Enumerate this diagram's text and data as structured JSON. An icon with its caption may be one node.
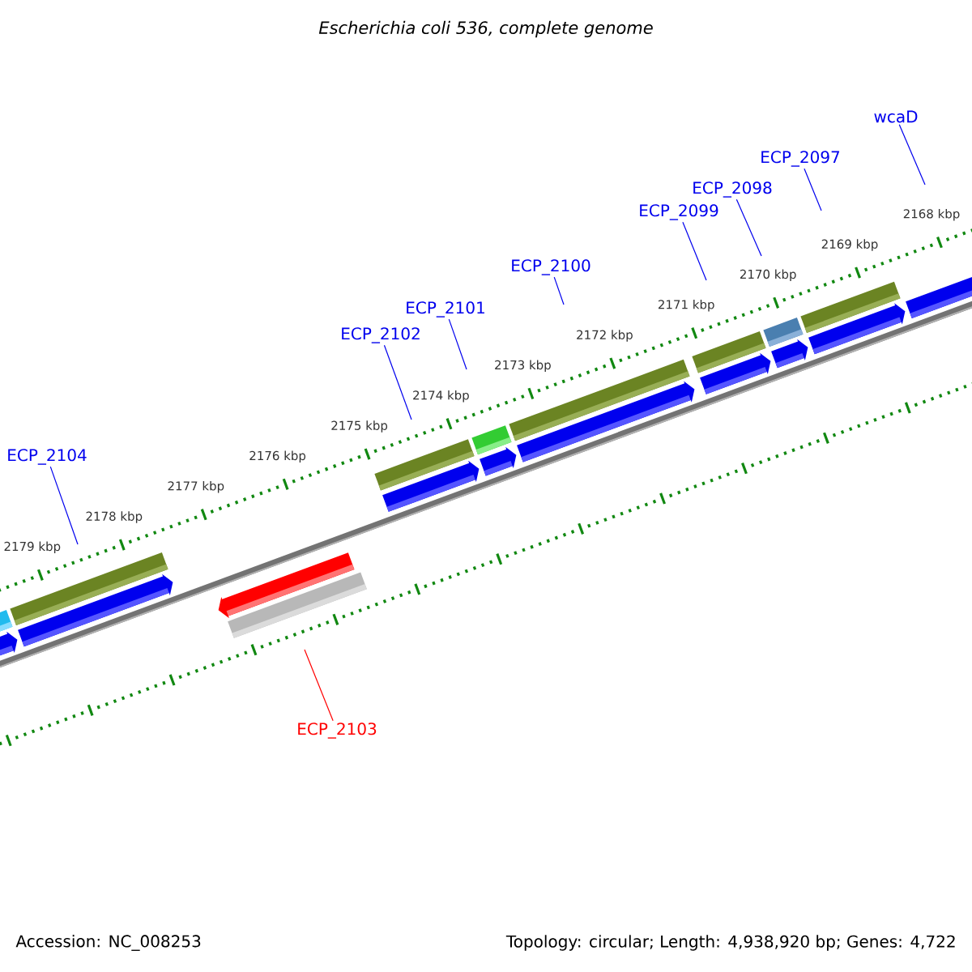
{
  "diagram": {
    "title": "Escherichia coli 536, complete genome",
    "nodes": [
      {
        "text": [
          "ECP_2104"
        ]
      },
      {
        "text": [
          "ECP_2102"
        ]
      },
      {
        "text": [
          "ECP_2101"
        ]
      },
      {
        "text": [
          "ECP_2100"
        ]
      },
      {
        "text": [
          "ECP_2099"
        ]
      },
      {
        "text": [
          "ECP_2098"
        ]
      },
      {
        "text": [
          "ECP_2097"
        ]
      },
      {
        "text": [
          "wcaD"
        ]
      },
      {
        "text": [
          "ECP_2103"
        ]
      }
    ],
    "edges": [
      {
        "from": 0,
        "to": null,
        "arrow": "none"
      },
      {
        "from": 1,
        "to": null,
        "arrow": "none"
      },
      {
        "from": 2,
        "to": null,
        "arrow": "none"
      },
      {
        "from": 3,
        "to": null,
        "arrow": "none"
      },
      {
        "from": 4,
        "to": null,
        "arrow": "none"
      },
      {
        "from": 5,
        "to": null,
        "arrow": "none"
      },
      {
        "from": 6,
        "to": null,
        "arrow": "none"
      },
      {
        "from": 7,
        "to": null,
        "arrow": "none"
      },
      {
        "from": 8,
        "to": null,
        "arrow": "none",
        "color": "#ff0000"
      }
    ],
    "labels": [
      "2168 kbp",
      "2169 kbp",
      "2170 kbp",
      "2171 kbp",
      "2172 kbp",
      "2173 kbp",
      "2174 kbp",
      "2175 kbp",
      "2176 kbp",
      "2177 kbp",
      "2178 kbp",
      "2179 kbp",
      "Accession: NC_008253",
      "Topology: circular; Length: 4,938,920 bp; Genes: 4,722"
    ]
  }
}
